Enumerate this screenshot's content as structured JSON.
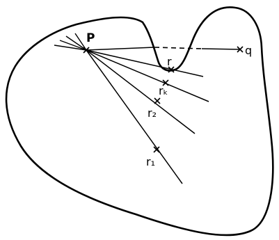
{
  "labels": {
    "p": "P",
    "q": "q",
    "r": "r",
    "rk": "rₖ",
    "r2": "r₂",
    "r1": "r₁"
  },
  "colors": {
    "ink": "#000000",
    "background": "#ffffff"
  }
}
